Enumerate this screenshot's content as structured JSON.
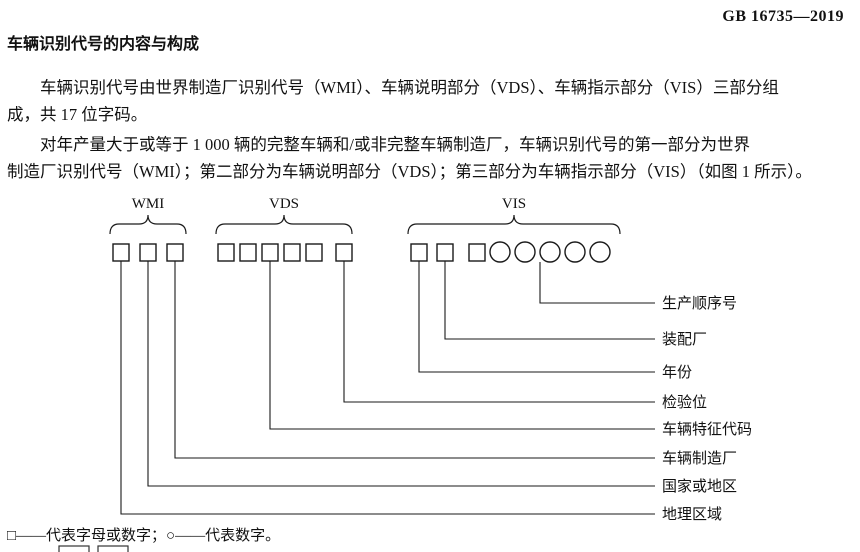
{
  "page": {
    "standard_number": "GB 16735—2019",
    "heading": "车辆识别代号的内容与构成",
    "paragraphs": [
      {
        "lines": [
          "车辆识别代号由世界制造厂识别代号（WMI）、车辆说明部分（VDS）、车辆指示部分（VIS）三部分组",
          "成，共 17 位字码。"
        ]
      },
      {
        "lines": [
          "对年产量大于或等于 1 000 辆的完整车辆和/或非完整车辆制造厂，车辆识别代号的第一部分为世界",
          "制造厂识别代号（WMI）；第二部分为车辆说明部分（VDS）；第三部分为车辆指示部分（VIS）（如图 1 所示）。"
        ]
      }
    ],
    "legend_note": "□——代表字母或数字；○——代表数字。"
  },
  "diagram": {
    "groups": [
      {
        "label": "WMI",
        "symbols": "□□□"
      },
      {
        "label": "VDS",
        "symbols": "□□□□□ □"
      },
      {
        "label": "VIS",
        "symbols": "□□ □○○○○○"
      }
    ],
    "callouts": [
      "生产顺序号",
      "装配厂",
      "年份",
      "检验位",
      "车辆特征代码",
      "车辆制造厂",
      "国家或地区",
      "地理区域"
    ]
  }
}
